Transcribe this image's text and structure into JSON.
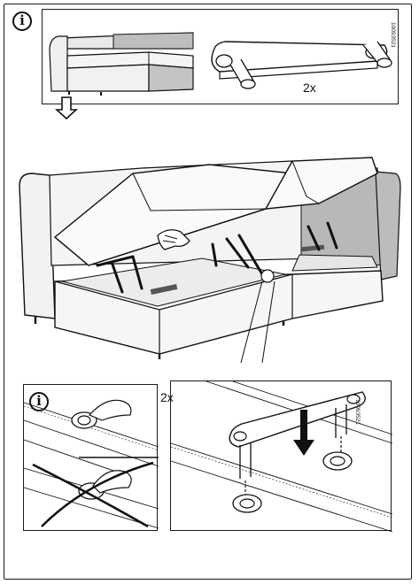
{
  "info_symbol": "i",
  "top_panel": {
    "quantity_label": "2x",
    "part_number": "10093521"
  },
  "detail_panel": {
    "quantity_label": "2x",
    "part_number": "10093521"
  },
  "info_panel": {
    "info_symbol": "i"
  },
  "icons": [
    "info-icon",
    "arrow-down-icon",
    "hand-icon",
    "dowel-icon",
    "cross-out-icon"
  ]
}
